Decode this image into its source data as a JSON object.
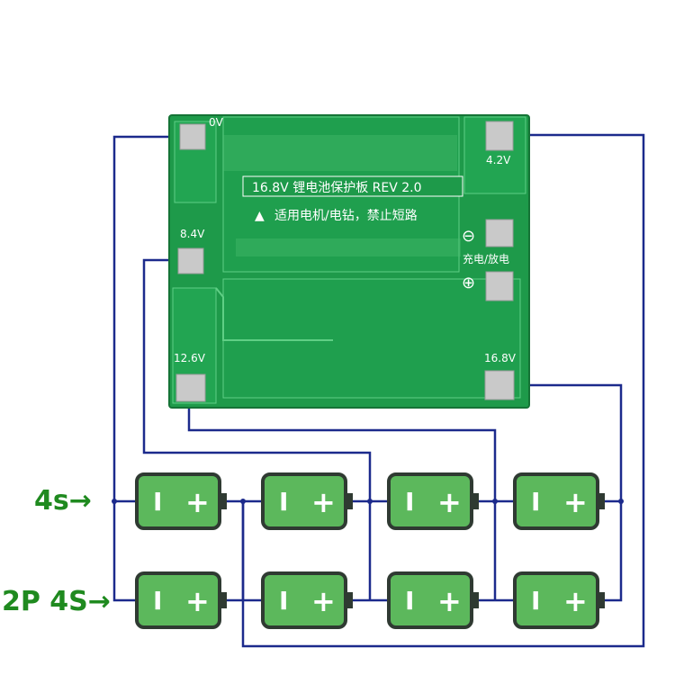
{
  "board": {
    "title": "16.8V 锂电池保护板 REV 2.0",
    "note": "适用电机/电钻，禁止短路",
    "charge_label": "充电/放电",
    "pads": {
      "top_left": "0V",
      "top_right": "4.2V",
      "left_mid": "8.4V",
      "left_bottom": "12.6V",
      "right_bottom": "16.8V"
    },
    "minus_symbol": "⊖",
    "plus_symbol": "⊕",
    "warning_symbol": "▲"
  },
  "rows": [
    {
      "label": "4s→",
      "cells": [
        {
          "neg": "I",
          "pos": "+"
        },
        {
          "neg": "I",
          "pos": "+"
        },
        {
          "neg": "I",
          "pos": "+"
        },
        {
          "neg": "I",
          "pos": "+"
        }
      ]
    },
    {
      "label": "2P 4S→",
      "cells": [
        {
          "neg": "I",
          "pos": "+"
        },
        {
          "neg": "I",
          "pos": "+"
        },
        {
          "neg": "I",
          "pos": "+"
        },
        {
          "neg": "I",
          "pos": "+"
        }
      ]
    }
  ],
  "colors": {
    "board": "#1e9a4a",
    "board_dark": "#167a39",
    "wire": "#1c2a8c",
    "battery_body": "#5cb85c",
    "battery_border": "#2f3a32",
    "label_green": "#1f8a1f",
    "pad": "#c9c9c9"
  }
}
